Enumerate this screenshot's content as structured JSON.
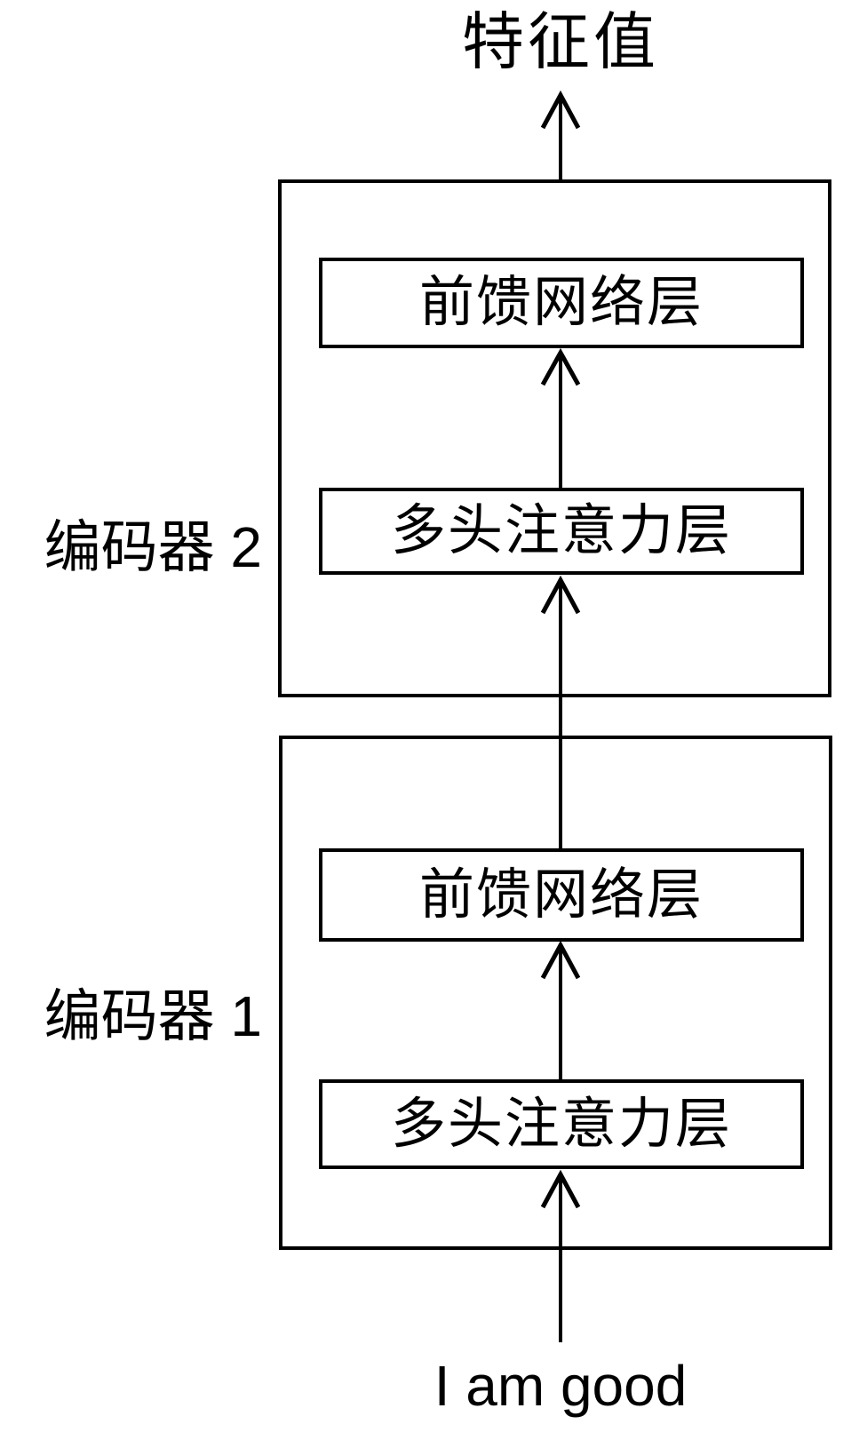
{
  "diagram": {
    "output_label": "特征值",
    "input_label": "I am good",
    "encoders": [
      {
        "label": "编码器 2",
        "feed_forward_label": "前馈网络层",
        "attention_label": "多头注意力层"
      },
      {
        "label": "编码器 1",
        "feed_forward_label": "前馈网络层",
        "attention_label": "多头注意力层"
      }
    ]
  }
}
